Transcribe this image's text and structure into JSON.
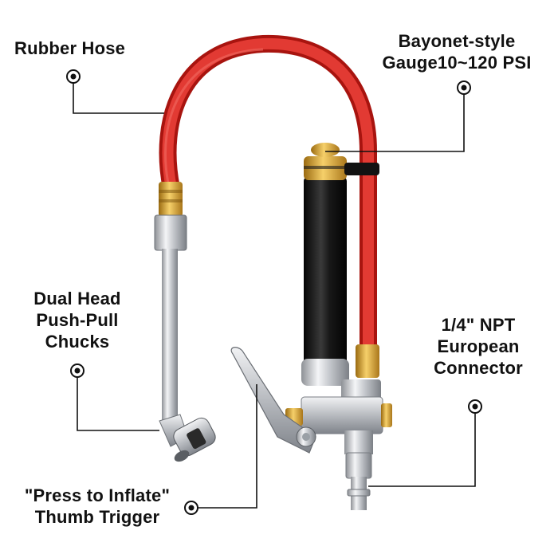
{
  "labels": {
    "rubber_hose": {
      "lines": [
        "Rubber Hose"
      ]
    },
    "gauge": {
      "lines": [
        "Bayonet-style",
        "Gauge10~120 PSI"
      ]
    },
    "chucks": {
      "lines": [
        "Dual Head",
        "Push-Pull",
        "Chucks"
      ]
    },
    "connector": {
      "lines": [
        "1/4\" NPT",
        "European",
        "Connector"
      ]
    },
    "trigger": {
      "lines": [
        "\"Press to Inflate\"",
        "Thumb Trigger"
      ]
    }
  },
  "colors": {
    "hose": "#d7231f",
    "hose_dark": "#a8140f",
    "brass": "#d9a531",
    "barrel": "#141414",
    "chrome": "#c9cbcf",
    "leader": "#111111",
    "text": "#111111"
  }
}
